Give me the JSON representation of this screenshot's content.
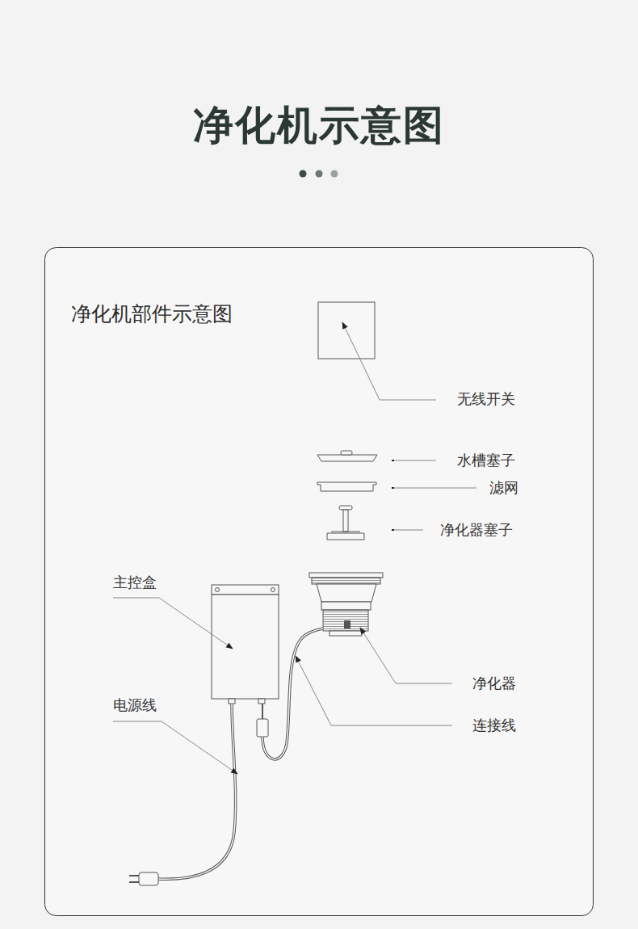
{
  "diagram": {
    "title": "净化机示意图",
    "nodes": [
      {
        "text": [
          "净化机部件示意图"
        ]
      }
    ],
    "labels": [
      "无线开关",
      "水槽塞子",
      "滤网",
      "净化器塞子",
      "主控盒",
      "电源线",
      "净化器",
      "连接线"
    ]
  }
}
